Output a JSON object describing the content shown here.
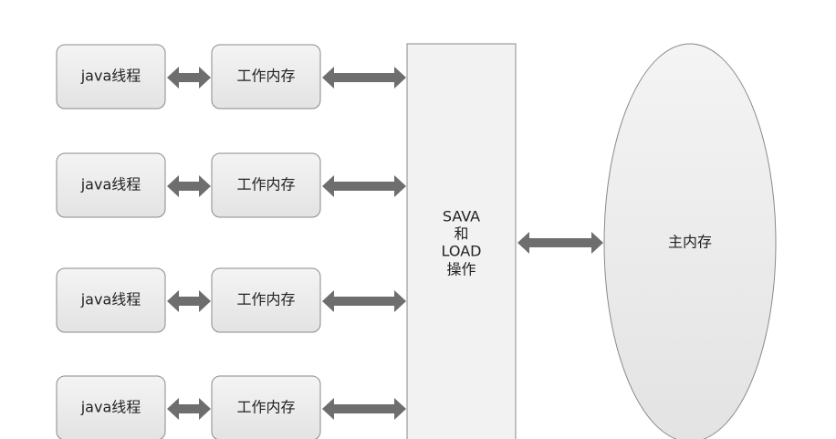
{
  "diagram": {
    "threads": [
      {
        "thread_label": "java线程",
        "memory_label": "工作内存"
      },
      {
        "thread_label": "java线程",
        "memory_label": "工作内存"
      },
      {
        "thread_label": "java线程",
        "memory_label": "工作内存"
      },
      {
        "thread_label": "java线程",
        "memory_label": "工作内存"
      }
    ],
    "operation_lines": [
      "SAVA",
      "和",
      "LOAD",
      "操作"
    ],
    "main_memory_label": "主内存"
  },
  "colors": {
    "box_fill_top": "#f4f4f4",
    "box_fill_bottom": "#e3e3e3",
    "box_stroke": "#8a8a8a",
    "arrow": "#6e6e6e",
    "panel_fill": "#f2f2f2"
  }
}
